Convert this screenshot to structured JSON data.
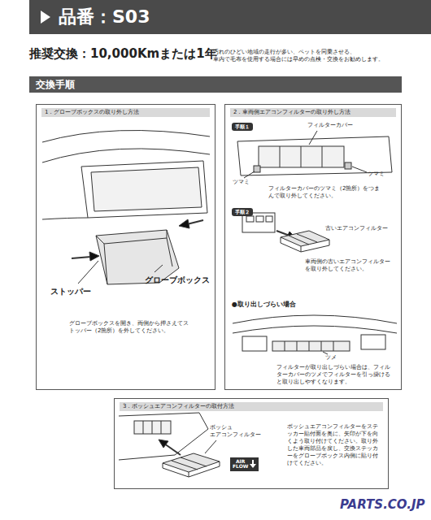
{
  "diagram": {
    "title": "品番：S03",
    "nodes": [
      {
        "text": [
          "交換手順"
        ]
      },
      {
        "text": [
          "1．グローブボックスの取り外し方法",
          "グローブボックスを開き、両側から押さえてストッパー（2箇所）を外してください。"
        ]
      },
      {
        "text": [
          "2．車両側エアコンフィルターの取り外し方法"
        ]
      },
      {
        "text": [
          "手順１"
        ],
        "in": 2
      },
      {
        "text": [
          "手順２"
        ],
        "in": 2
      },
      {
        "text": [
          "3．ボッシュエアコンフィルターの取付方法",
          "ボッシュエアコンフィルターをステッカー貼付面を奥に、矢印が下を向くよう取り付けてください。取り外した車両部品を戻し、交換ステッカーをグローブボックス内側に貼り付けてください。"
        ]
      },
      {
        "text": [
          "AIR FLOW"
        ],
        "in": 5
      }
    ],
    "labels": [
      "推奨交換：10,000Kmまたは1年",
      "汚れのひどい地域の走行が多い、ペットを同乗させる、 車内で毛布を使用する場合には早めの点検・交換をお勧めします。",
      "ストッパー",
      "グローブボックス",
      "フィルターカバー",
      "ツマミ",
      "ツマミ",
      "フィルターカバーのツマミ（2箇所）をつまんで取り外してください。",
      "古いエアコンフィルター",
      "車両側の古いエアコンフィルターを取り外してください。",
      "●取り出しづらい場合",
      "ツメ",
      "フィルターが取り出しづらい場合は、フィルターカバーのツメでフィルターを引っ掛けると取り出しやすくなります。",
      "ボッシュ エアコンフィルター",
      "PARTS.CO.JP"
    ]
  }
}
